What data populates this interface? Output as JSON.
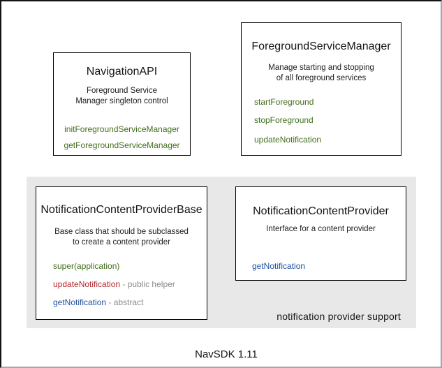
{
  "colors": {
    "method_green": "#446e1f",
    "method_red": "#b2292e",
    "method_blue": "#1f4f9c",
    "note_gray": "#8a8a8a",
    "region_gray": "#e8e8e8"
  },
  "boxes": {
    "navigation_api": {
      "title": "NavigationAPI",
      "description": [
        "Foreground Service",
        "Manager singleton control"
      ],
      "methods": [
        {
          "label": "initForegroundServiceManager"
        },
        {
          "label": "getForegroundServiceManager"
        }
      ]
    },
    "foreground_service_manager": {
      "title": "ForegroundServiceManager",
      "description": [
        "Manage starting and stopping",
        "of all foreground services"
      ],
      "methods": [
        {
          "label": "startForeground"
        },
        {
          "label": "stopForeground"
        },
        {
          "label": "updateNotification"
        }
      ]
    },
    "notification_content_provider_base": {
      "title": "NotificationContentProviderBase",
      "description": [
        "Base class that should be subclassed",
        "to create a content provider"
      ],
      "methods": [
        {
          "label": "super(application)"
        },
        {
          "label": "updateNotification",
          "note": " - public helper"
        },
        {
          "label": "getNotification",
          "note": " - abstract"
        }
      ]
    },
    "notification_content_provider": {
      "title": "NotificationContentProvider",
      "description": [
        "Interface for a content provider"
      ],
      "methods": [
        {
          "label": "getNotification"
        }
      ]
    }
  },
  "region_label": "notification provider support",
  "footer_label": "NavSDK 1.11"
}
